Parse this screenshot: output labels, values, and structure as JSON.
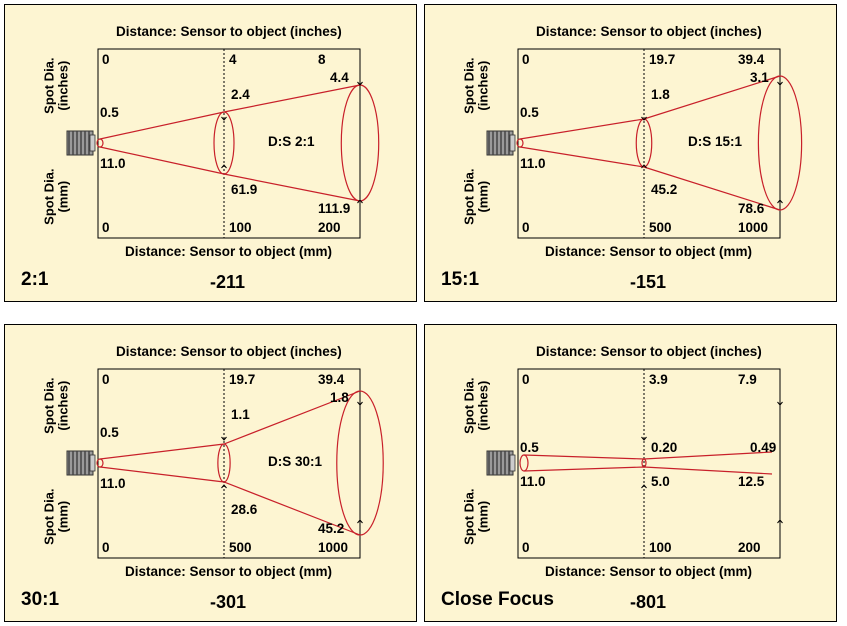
{
  "panels": [
    {
      "ratio_label": "2:1",
      "model": "-211",
      "ds_label": "D:S 2:1",
      "title_top": "Distance: Sensor to object (inches)",
      "title_bottom": "Distance: Sensor to object (mm)",
      "ylabel_top": [
        "Spot Dia.",
        "(inches)"
      ],
      "ylabel_bottom": [
        "Spot Dia.",
        "(mm)"
      ],
      "dist_in": [
        "0",
        "4",
        "8"
      ],
      "dist_mm": [
        "0",
        "100",
        "200"
      ],
      "spot_in": [
        "0.5",
        "2.4",
        "4.4"
      ],
      "spot_mm": [
        "11.0",
        "61.9",
        "111.9"
      ],
      "shape": "cone"
    },
    {
      "ratio_label": "15:1",
      "model": "-151",
      "ds_label": "D:S 15:1",
      "title_top": "Distance: Sensor to object (inches)",
      "title_bottom": "Distance: Sensor to object (mm)",
      "ylabel_top": [
        "Spot Dia.",
        "(inches)"
      ],
      "ylabel_bottom": [
        "Spot Dia.",
        "(mm)"
      ],
      "dist_in": [
        "0",
        "19.7",
        "39.4"
      ],
      "dist_mm": [
        "0",
        "500",
        "1000"
      ],
      "spot_in": [
        "0.5",
        "1.8",
        "3.1"
      ],
      "spot_mm": [
        "11.0",
        "45.2",
        "78.6"
      ],
      "shape": "cone"
    },
    {
      "ratio_label": "30:1",
      "model": "-301",
      "ds_label": "D:S 30:1",
      "title_top": "Distance: Sensor to object (inches)",
      "title_bottom": "Distance: Sensor to object (mm)",
      "ylabel_top": [
        "Spot Dia.",
        "(inches)"
      ],
      "ylabel_bottom": [
        "Spot Dia.",
        "(mm)"
      ],
      "dist_in": [
        "0",
        "19.7",
        "39.4"
      ],
      "dist_mm": [
        "0",
        "500",
        "1000"
      ],
      "spot_in": [
        "0.5",
        "1.1",
        "1.8"
      ],
      "spot_mm": [
        "11.0",
        "28.6",
        "45.2"
      ],
      "shape": "cone"
    },
    {
      "ratio_label": "Close Focus",
      "model": "-801",
      "ds_label": "",
      "title_top": "Distance: Sensor to object (inches)",
      "title_bottom": "Distance: Sensor to object (mm)",
      "ylabel_top": [
        "Spot Dia.",
        "(inches)"
      ],
      "ylabel_bottom": [
        "Spot Dia.",
        "(mm)"
      ],
      "dist_in": [
        "0",
        "3.9",
        "7.9"
      ],
      "dist_mm": [
        "0",
        "100",
        "200"
      ],
      "spot_in": [
        "0.5",
        "0.20",
        "0.49"
      ],
      "spot_mm": [
        "11.0",
        "5.0",
        "12.5"
      ],
      "shape": "focus"
    }
  ],
  "colors": {
    "panel_bg": "#fdf5d2",
    "beam": "#c8202a",
    "frame": "#000000"
  }
}
